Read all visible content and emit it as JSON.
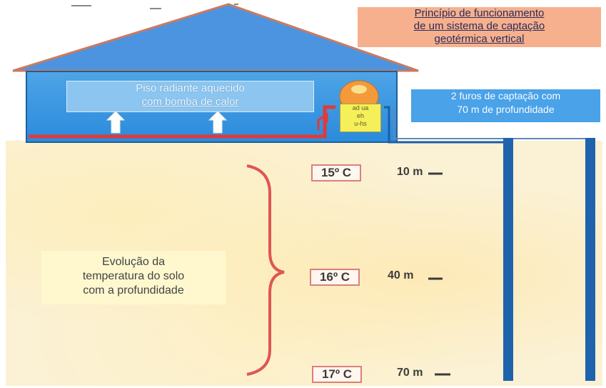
{
  "title": {
    "line1": "Princípio de funcionamento",
    "line2": "de um sistema de captação",
    "line3": "geotérmica vertical"
  },
  "house": {
    "floor_line1": "Piso radiante aquecido",
    "floor_line2": "com bomba de calor"
  },
  "pump": {
    "line1": "ad  ua",
    "line2": "eh",
    "line3": "u-hs"
  },
  "holes": {
    "line1": "2 furos de captação com",
    "line2": "70 m de profundidade"
  },
  "evolution": {
    "line1": "Evolução da",
    "line2": "temperatura do solo",
    "line3": "com a profundidade"
  },
  "levels": [
    {
      "temperature": "15º C",
      "depth": "10 m"
    },
    {
      "temperature": "16º C",
      "depth": "40 m"
    },
    {
      "temperature": "17º C",
      "depth": "70 m"
    }
  ],
  "colors": {
    "roof": "#4c94e0",
    "house": "#2b8bdc",
    "pipe_hot": "#e03a3a",
    "pipe_cold": "#1b5ea8",
    "probe": "#1f63ad",
    "brace": "#e05555",
    "title_bg": "#f6b08d",
    "ground": "#fbf1d4"
  }
}
